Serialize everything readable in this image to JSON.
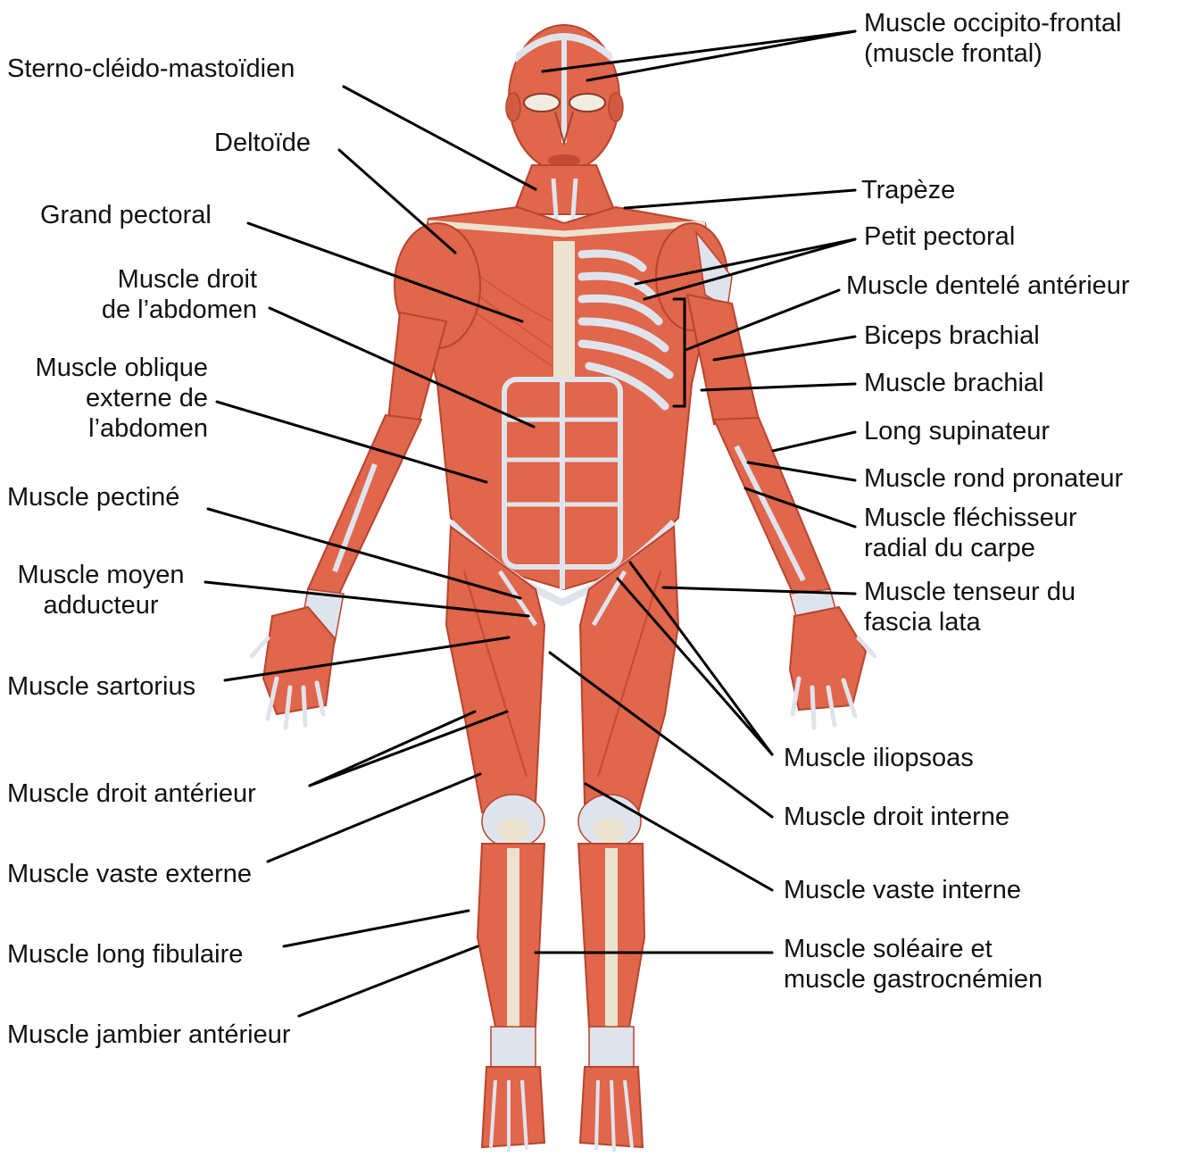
{
  "colors": {
    "muscle": "#e0664c",
    "muscle_dark": "#c44a35",
    "muscle_light": "#ef8f78",
    "tendon": "#dfe4ec",
    "bone": "#ebe3cf",
    "leader": "#000000",
    "text": "#111111"
  },
  "labels": {
    "left": {
      "sterno": "Sterno-cléido-mastoïdien",
      "deltoide": "Deltoïde",
      "grand_pectoral": "Grand pectoral",
      "droit_abdomen_1": "Muscle droit",
      "droit_abdomen_2": "de l’abdomen",
      "oblique_1": "Muscle oblique",
      "oblique_2": "externe de",
      "oblique_3": "l’abdomen",
      "pectine": "Muscle pectiné",
      "moyen_adducteur_1": "Muscle moyen",
      "moyen_adducteur_2": "adducteur",
      "sartorius": "Muscle sartorius",
      "droit_anterieur": "Muscle droit antérieur",
      "vaste_externe": "Muscle vaste externe",
      "long_fibulaire": "Muscle long fibulaire",
      "jambier_anterieur": "Muscle jambier antérieur"
    },
    "right": {
      "occipito_1": "Muscle occipito-frontal",
      "occipito_2": "(muscle frontal)",
      "trapeze": "Trapèze",
      "petit_pectoral": "Petit pectoral",
      "dentele": "Muscle dentelé antérieur",
      "biceps": "Biceps brachial",
      "brachial": "Muscle brachial",
      "long_supinateur": "Long supinateur",
      "rond_pronateur": "Muscle rond pronateur",
      "flechisseur_1": "Muscle fléchisseur",
      "flechisseur_2": "radial du carpe",
      "tenseur_1": "Muscle tenseur du",
      "tenseur_2": "fascia lata",
      "iliopsoas": "Muscle iliopsoas",
      "droit_interne": "Muscle droit interne",
      "vaste_interne": "Muscle vaste interne",
      "soleaire_1": "Muscle soléaire et",
      "soleaire_2": "muscle gastrocnémien"
    }
  }
}
